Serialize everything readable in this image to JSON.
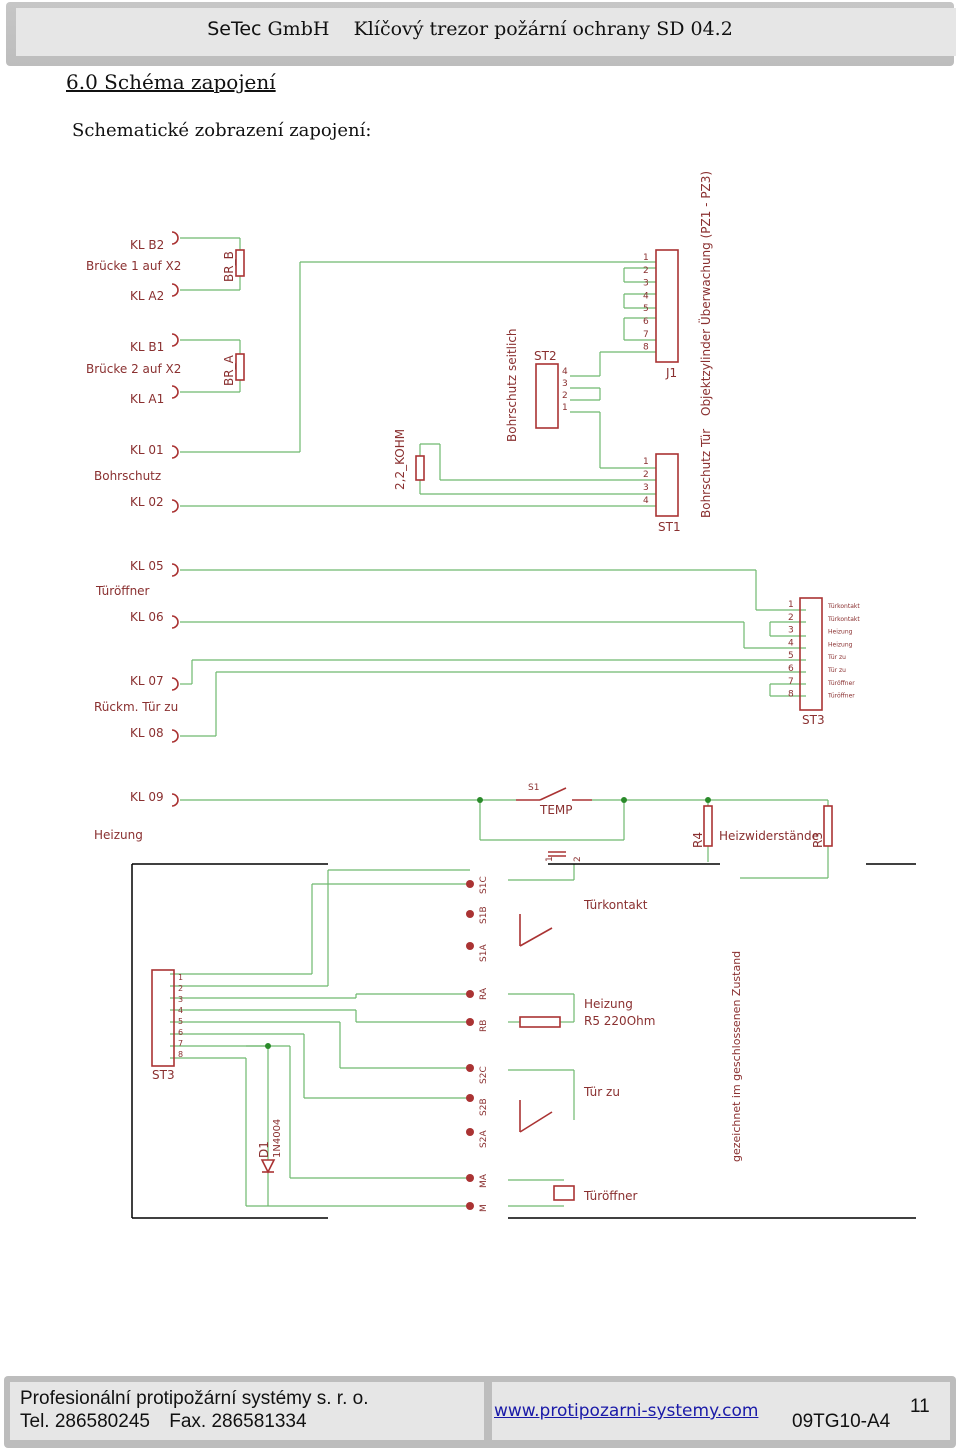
{
  "header": {
    "company": "SeTec",
    "company_suffix": "GmbH",
    "product": "Klíčový trezor požární ochrany SD 04.2"
  },
  "section_title": "6.0 Schéma zapojení",
  "subtitle": "Schematické zobrazení zapojení:",
  "schematic": {
    "labels": {
      "kl_b2": "KL B2",
      "bridge1": "Brücke 1 auf X2",
      "kl_a2": "KL A2",
      "kl_b1": "KL B1",
      "bridge2": "Brücke 2 auf X2",
      "kl_a1": "KL A1",
      "kl_01": "KL 01",
      "bohrschutz": "Bohrschutz",
      "kl_02": "KL 02",
      "br_b": "BR_B",
      "br_a": "BR_A",
      "r_22k": "2,2_KOHM",
      "bohrschutz_seitlich": "Bohrschutz seitlich",
      "st2": "ST2",
      "j1": "J1",
      "st1": "ST1",
      "objektzylinder": "Objektzylinder Überwachung (PZ1 - PZ3)",
      "bohrschutz_tur": "Bohrschutz Tür",
      "kl_05": "KL 05",
      "turoffner": "Türöffner",
      "kl_06": "KL 06",
      "kl_07": "KL 07",
      "ruckm": "Rückm. Tür zu",
      "kl_08": "KL 08",
      "st3": "ST3",
      "kl_09": "KL 09",
      "heizung": "Heizung",
      "s1": "S1",
      "temp": "TEMP",
      "r4": "R4",
      "heizwiderstande": "Heizwiderstände",
      "r3": "R3",
      "turkontakt": "Türkontakt",
      "heizung_r5": "Heizung",
      "r5": "R5 220Ohm",
      "tur_zu": "Tür zu",
      "turoffner2": "Türöffner",
      "d1": "D1",
      "diode": "1N4004",
      "gezeichnet": "gezeichnet im geschlossenen Zustand",
      "x2_1": "1",
      "x2_2": "2"
    },
    "st3_pins": [
      "Türkontakt",
      "Türkontakt",
      "Heizung",
      "Heizung",
      "Tür zu",
      "Tür zu",
      "Türöffner",
      "Türöffner"
    ],
    "terminals": [
      "S1C",
      "S1B",
      "S1A",
      "RA",
      "RB",
      "S2C",
      "S2B",
      "S2A",
      "MA",
      "M"
    ],
    "j1_pins": [
      "1",
      "2",
      "3",
      "4",
      "5",
      "6",
      "7",
      "8"
    ],
    "st2_pins": [
      "4",
      "3",
      "2",
      "1"
    ],
    "st1_pins": [
      "1",
      "2",
      "3",
      "4"
    ],
    "st3_nums": [
      "1",
      "2",
      "3",
      "4",
      "5",
      "6",
      "7",
      "8"
    ]
  },
  "footer": {
    "company": "Profesionální protipožární systémy s. r. o.",
    "tel": "Tel. 286580245",
    "fax": "Fax. 286581334",
    "website": "www.protipozarni-systemy.com",
    "code": "09TG10-A4",
    "page": "11"
  }
}
